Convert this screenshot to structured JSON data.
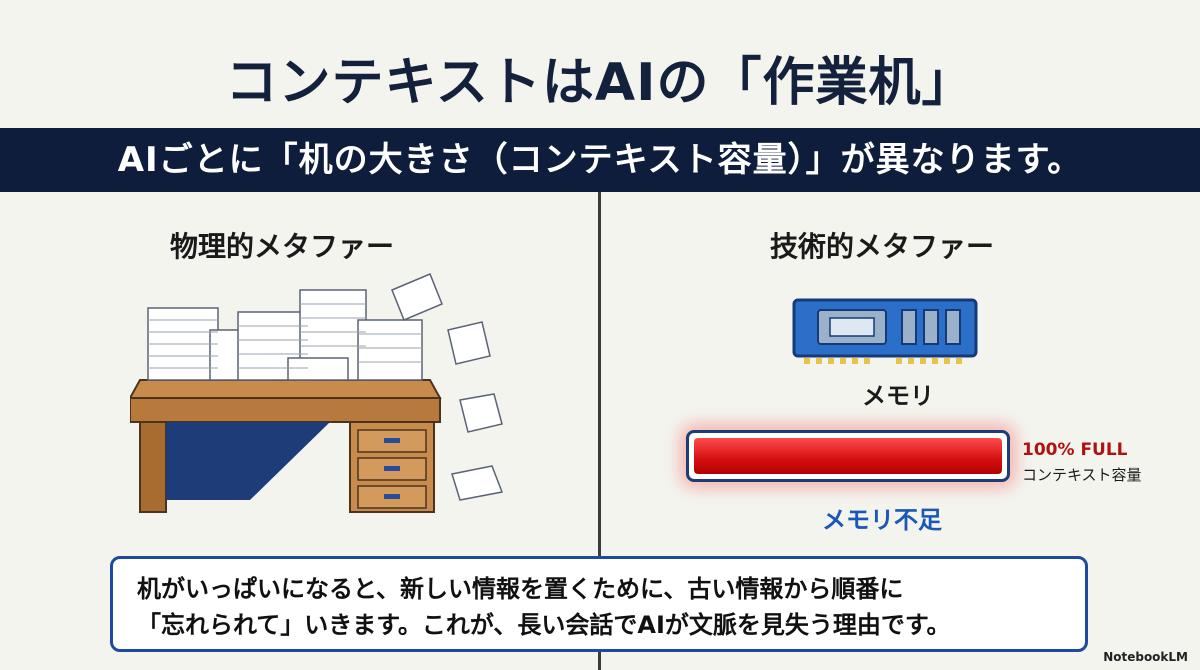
{
  "title": "コンテキストはAIの「作業机」",
  "banner": "AIごとに「机の大きさ（コンテキスト容量）」が異なります。",
  "left_panel": {
    "heading": "物理的メタファー"
  },
  "right_panel": {
    "heading": "技術的メタファー",
    "memory_label": "メモリ",
    "capacity": {
      "fill_fraction": 1.0,
      "status": "100% FULL",
      "label": "コンテキスト容量"
    },
    "shortage_label": "メモリ不足"
  },
  "note": {
    "line1": "机がいっぱいになると、新しい情報を置くために、古い情報から順番に",
    "line2": "「忘れられて」いきます。これが、長い会話でAIが文脈を見失う理由です。"
  },
  "watermark": "NotebookLM",
  "colors": {
    "banner": "#0f1d3d",
    "accent_blue": "#1a58b5",
    "alert_red": "#d40f0f"
  }
}
